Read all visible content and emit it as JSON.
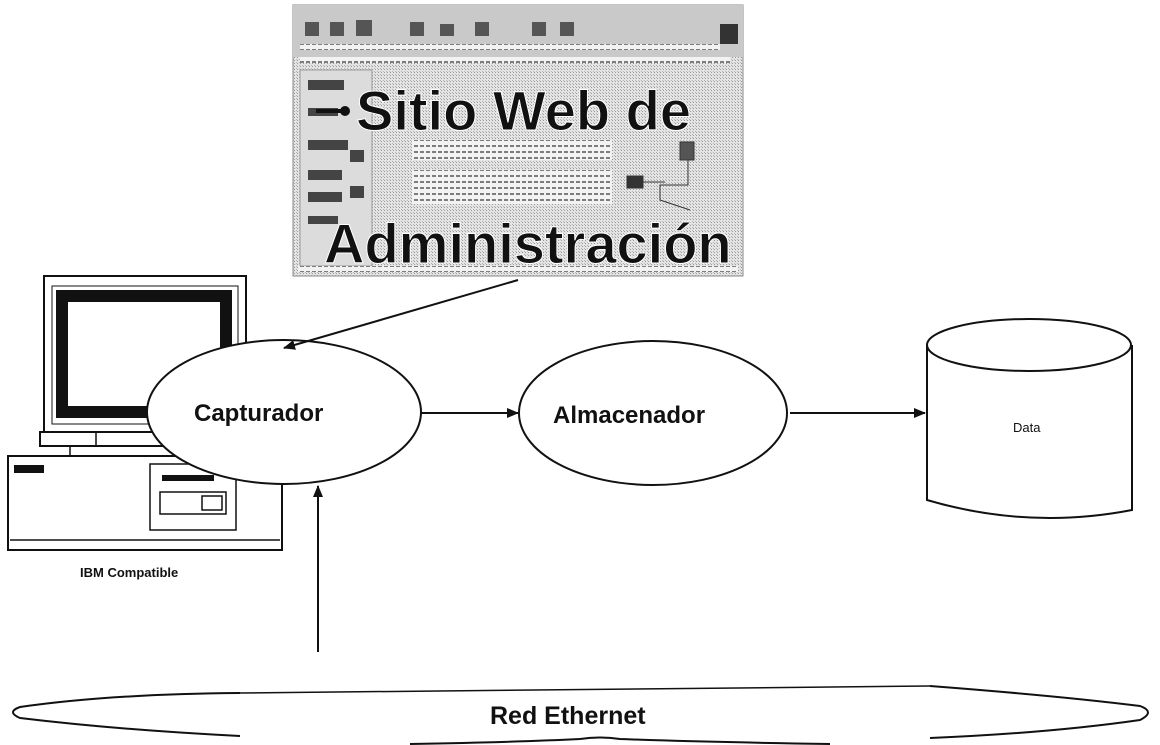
{
  "website": {
    "title_line1": "Sitio Web de",
    "title_line2": "Administración"
  },
  "computer": {
    "caption": "IBM Compatible"
  },
  "nodes": {
    "capturador": "Capturador",
    "almacenador": "Almacenador",
    "data": "Data"
  },
  "network": {
    "label": "Red Ethernet"
  },
  "colors": {
    "ink": "#111111",
    "screenshot_gray": "#d6d6d6",
    "background": "#ffffff"
  }
}
